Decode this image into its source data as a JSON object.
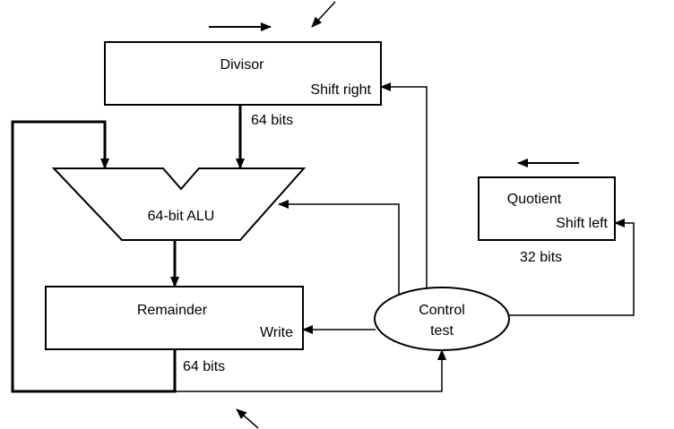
{
  "blocks": {
    "divisor": {
      "title": "Divisor",
      "action": "Shift right"
    },
    "alu": {
      "label": "64-bit ALU"
    },
    "remainder": {
      "title": "Remainder",
      "action": "Write"
    },
    "quotient": {
      "title": "Quotient",
      "action": "Shift left"
    },
    "control": {
      "line1": "Control",
      "line2": "test"
    }
  },
  "widths": {
    "divisor_width": "64 bits",
    "quotient_width": "32 bits",
    "remainder_width": "64 bits"
  },
  "colors": {
    "stroke": "#000000",
    "background": "#ffffff"
  }
}
